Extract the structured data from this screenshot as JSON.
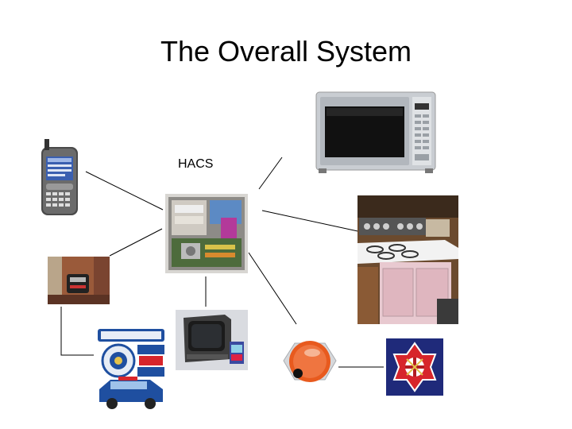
{
  "title": "The Overall System",
  "hub": {
    "label": "HACS"
  },
  "nodes": [
    {
      "id": "pda",
      "icon": "pda-phone-icon"
    },
    {
      "id": "microwave",
      "icon": "microwave-icon"
    },
    {
      "id": "wall-sensor",
      "icon": "wall-sensor-icon"
    },
    {
      "id": "stove",
      "icon": "electric-stove-icon"
    },
    {
      "id": "television",
      "icon": "television-icon"
    },
    {
      "id": "police",
      "icon": "police-badge-icon"
    },
    {
      "id": "fire-alarm",
      "icon": "fire-alarm-bell-icon"
    },
    {
      "id": "fire-rescue",
      "icon": "fire-rescue-emblem-icon"
    }
  ],
  "colors": {
    "line": "#000000",
    "background": "#ffffff",
    "police_blue": "#1f4fa0",
    "fire_red": "#d7252b",
    "alarm_orange": "#e85a1e"
  }
}
